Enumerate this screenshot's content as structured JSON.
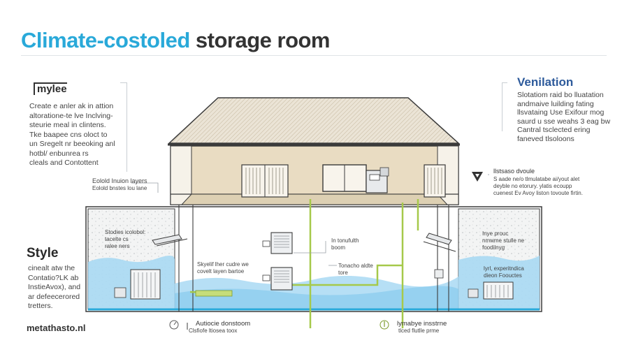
{
  "colors": {
    "accent": "#29a9d9",
    "water": "#a9d9f3",
    "water_dark": "#6ec0ea",
    "pipe_green": "#a6c94a",
    "wall_beige": "#e9dcc2",
    "roof": "#e9e2d3",
    "outline": "#3b3b3b"
  },
  "header": {
    "title_accent": "Climate-costoled",
    "title_rest": "storage room"
  },
  "left_top": {
    "logo_text": "mylee",
    "paragraph": "Create e anler ak in attion\naltoratione-te lve Inclving-\nsteurie meal in clintens.\nTke baapee cns oloct to\nun Sregelt nr beeoking anl\nhotbl/ enbunrea rs\ncleals and Contottent"
  },
  "left_bottom": {
    "heading": "Style",
    "paragraph": "cinealt atw the\nContatio?LK ab\nInstieAvox), and\nar defeecerored\ntretters."
  },
  "brand": "metathasto.nl",
  "right_top": {
    "heading": "Venilation",
    "paragraph": "Slotatiom raid bo lluatation\nandmaive luilding fating\nllsvataing Use Exifour mog\nsaurd u sse weahs 3 eag bw\nCantral tsclected ering\nfaneved tlsoloons"
  },
  "right_middle": {
    "icon": "triangle-marker-icon",
    "heading": "llstsaso dvoule",
    "paragraph": "S aade ne/o tlmulatabe ai/yout alet\ndeyble no etorury. ylatis ecoupp\ncuenest Ev Avoy liston tovoute firtin."
  },
  "diagram_labels": {
    "insulation_title": "Eolold Inuion layers",
    "insulation_sub": "Eolold bnstes lou lane",
    "left_room_1": "Stodies icolobol:\n tacelte cs\n ralee ners",
    "left_room_2": "Skyelif lher cudre we\n covelt layen bartoe",
    "center_1": "In tonufulth\nboom",
    "center_2": "Tonacho aldte\ntore",
    "right_room_1": "Inye prouc\n   nmwme stulle ne\n   foodilnyg",
    "right_room_2": "lyrl, experitndica\ndieon Foouctes"
  },
  "bottom_labels": {
    "left_title": "Autiocie donstoom",
    "left_sub": "Clsfiofe ltiosea toox",
    "right_title": "lymabye insstrne",
    "right_sub": "tlced flutlle prme"
  }
}
